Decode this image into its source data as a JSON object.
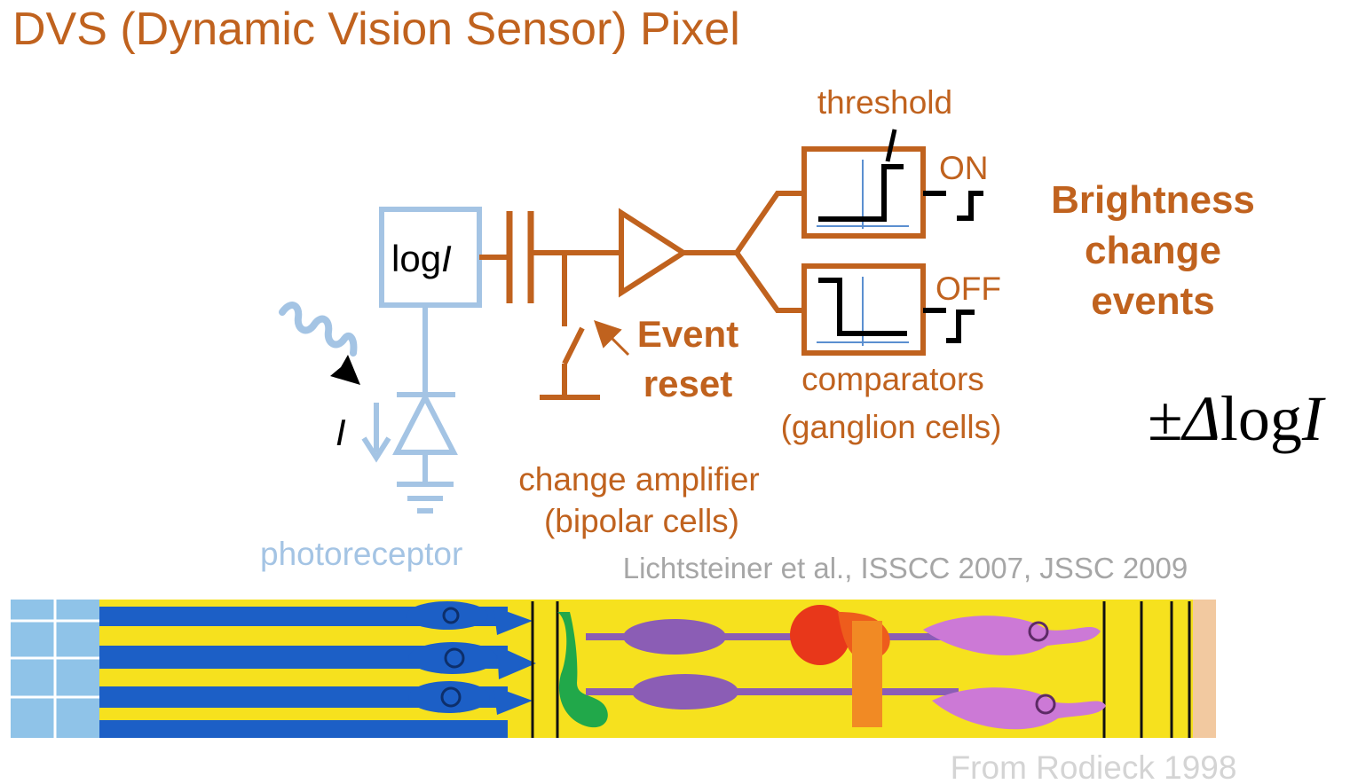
{
  "title": "DVS (Dynamic Vision Sensor) Pixel",
  "photoreceptor": {
    "block_prefix": "log",
    "block_var": "I",
    "current_label": "I",
    "label": "photoreceptor"
  },
  "amplifier": {
    "label_line1": "change amplifier",
    "label_line2": "(bipolar cells)"
  },
  "event_reset": {
    "line1": "Event",
    "line2": "reset"
  },
  "comparators": {
    "threshold_label": "threshold",
    "on_label": "ON",
    "off_label": "OFF",
    "label_line1": "comparators",
    "label_line2": "(ganglion cells)"
  },
  "output": {
    "line1": "Brightness",
    "line2": "change",
    "line3": "events",
    "formula_sign": "±",
    "formula_delta": "Δ",
    "formula_log": "log",
    "formula_var": "I"
  },
  "citations": {
    "paper": "Lichtsteiner et al., ISSCC 2007, JSSC 2009",
    "retina": "From Rodieck 1998"
  },
  "colors": {
    "orange": "#c0621e",
    "blue": "#a4c4e4",
    "black": "#000000",
    "gray": "#a6a6a6",
    "lightgray": "#d4d4d4",
    "retina_yellow": "#f6e11e",
    "retina_blue": "#1c5fc6"
  }
}
